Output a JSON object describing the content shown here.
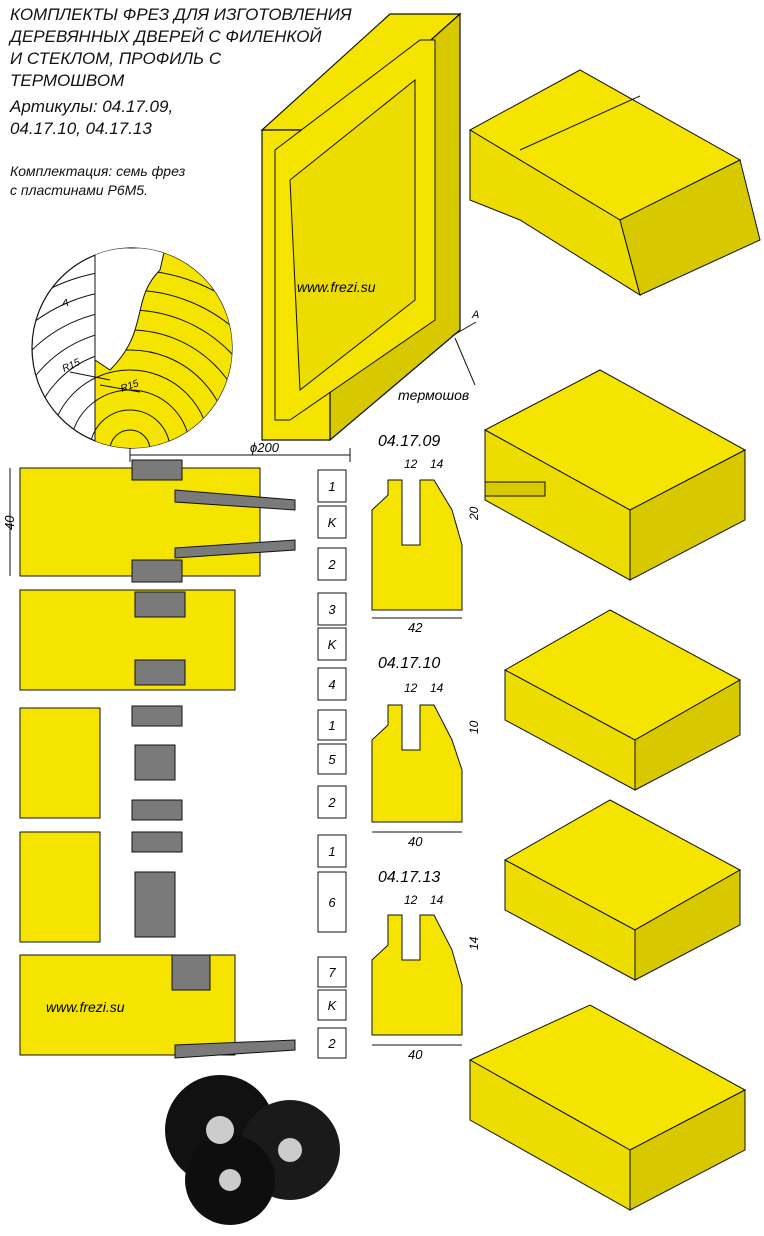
{
  "title": {
    "lines": [
      "КОМПЛЕКТЫ ФРЕЗ ДЛЯ ИЗГОТОВЛЕНИЯ",
      "ДЕРЕВЯННЫХ ДВЕРЕЙ С ФИЛЕНКОЙ",
      "И СТЕКЛОМ, ПРОФИЛЬ С",
      "ТЕРМОШВОМ"
    ]
  },
  "articles": {
    "lines": [
      "Артикулы: 04.17.09,",
      "04.17.10, 04.17.13"
    ]
  },
  "kit": {
    "lines": [
      "Комплектация: семь фрез",
      "с пластинами Р6М5."
    ]
  },
  "watermark": "www.frezi.su",
  "door": {
    "section_marker": "A",
    "thermo_label": "термошов"
  },
  "detail": {
    "view_label": "A",
    "radius_1": "R15",
    "radius_2": "R15"
  },
  "stack": {
    "diameter": "ϕ200",
    "height": "40",
    "cutter_labels": [
      "1",
      "K",
      "2",
      "3",
      "K",
      "4",
      "1",
      "5",
      "2",
      "1",
      "6",
      "7",
      "K",
      "2"
    ]
  },
  "profiles": [
    {
      "code": "04.17.09",
      "dim_a": "12",
      "dim_b": "14",
      "dim_v": "20",
      "width": "42"
    },
    {
      "code": "04.17.10",
      "dim_a": "12",
      "dim_b": "14",
      "dim_v": "10",
      "width": "40"
    },
    {
      "code": "04.17.13",
      "dim_a": "12",
      "dim_b": "14",
      "dim_v": "14",
      "width": "40"
    }
  ],
  "colors": {
    "wood": "#F5E400",
    "wood_dark": "#C9BB00",
    "steel": "#7A7A7A",
    "line": "#111111"
  }
}
